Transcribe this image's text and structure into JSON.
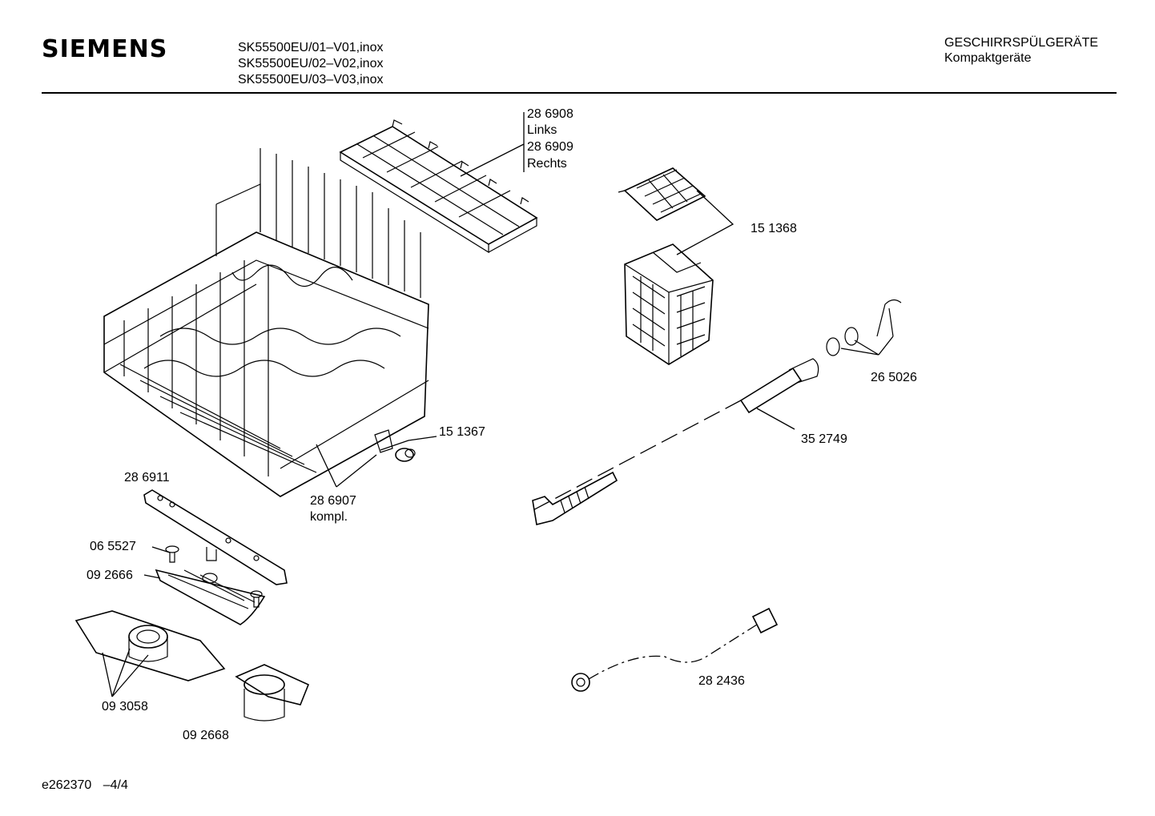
{
  "header": {
    "brand": "SIEMENS",
    "models": [
      "SK55500EU/01–V01,inox",
      "SK55500EU/02–V02,inox",
      "SK55500EU/03–V03,inox"
    ],
    "category": "GESCHIRRSPÜLGERÄTE",
    "subcategory": "Kompaktgeräte"
  },
  "parts": {
    "p286908": "28 6908",
    "p286908_side": "Links",
    "p286909": "28 6909",
    "p286909_side": "Rechts",
    "p151368": "15 1368",
    "p265026": "26 5026",
    "p352749": "35 2749",
    "p151367": "15 1367",
    "p286911": "28 6911",
    "p286907": "28 6907",
    "p286907_note": "kompl.",
    "p065527": "06 5527",
    "p092666": "09 2666",
    "p093058": "09 3058",
    "p092668": "09 2668",
    "p282436": "28 2436"
  },
  "footer": {
    "doc_id": "e262370",
    "page": "–4/4"
  }
}
